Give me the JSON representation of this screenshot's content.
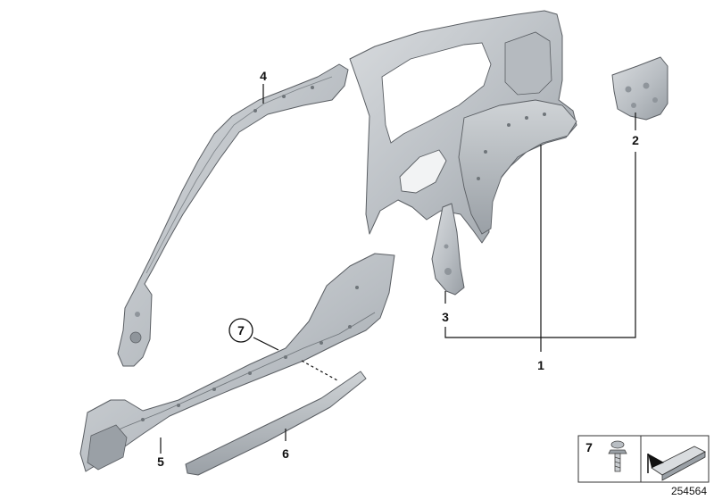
{
  "callouts": {
    "part1": "1",
    "part2": "2",
    "part3": "3",
    "part4": "4",
    "part5": "5",
    "part6": "6",
    "part7_circled": "7",
    "legend_7": "7"
  },
  "reference_number": "254564",
  "colors": {
    "metal_light": "#c9cdd1",
    "metal_mid": "#aeb3b8",
    "metal_dark": "#8f959b",
    "line": "#111111"
  },
  "icons": {
    "legend_fastener": "screw-with-washer-icon",
    "legend_arrow": "installation-direction-arrow-icon"
  }
}
